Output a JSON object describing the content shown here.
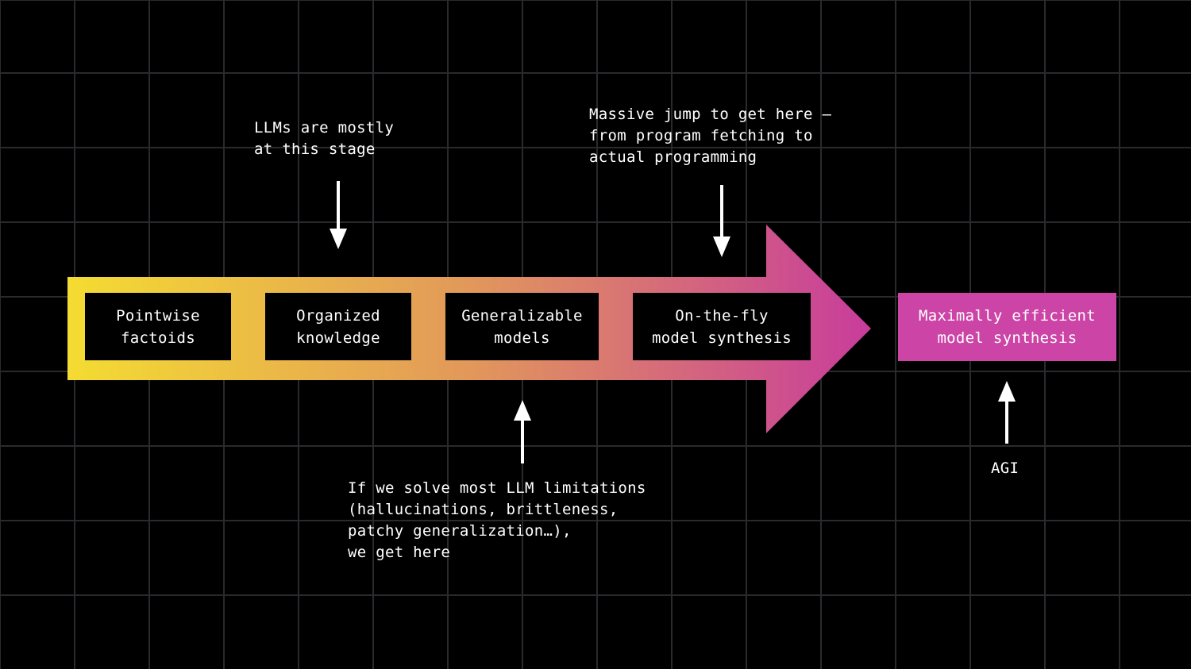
{
  "colors": {
    "background": "#000000",
    "grid_line": "#2a2a2e",
    "gradient_start": "#f4dc32",
    "gradient_mid": "#e2985a",
    "gradient_end": "#c83c9c",
    "goal_box": "#cc45a6",
    "text": "#ffffff"
  },
  "stages": [
    {
      "label": "Pointwise\nfactoids"
    },
    {
      "label": "Organized\nknowledge"
    },
    {
      "label": "Generalizable\nmodels"
    },
    {
      "label": "On-the-fly\nmodel synthesis"
    }
  ],
  "goal": {
    "label": "Maximally efficient\nmodel synthesis"
  },
  "annotations": {
    "llm_stage": "LLMs are mostly\nat this stage",
    "massive_jump": "Massive jump to get here –\nfrom program fetching to\nactual programming",
    "solve_limitations": "If we solve most LLM limitations\n(hallucinations, brittleness,\npatchy generalization…),\nwe get here",
    "agi": "AGI"
  },
  "icons": {
    "pointer_down": "arrow-down-icon",
    "pointer_up": "arrow-up-icon",
    "progress_arrow": "gradient-arrow-icon"
  }
}
